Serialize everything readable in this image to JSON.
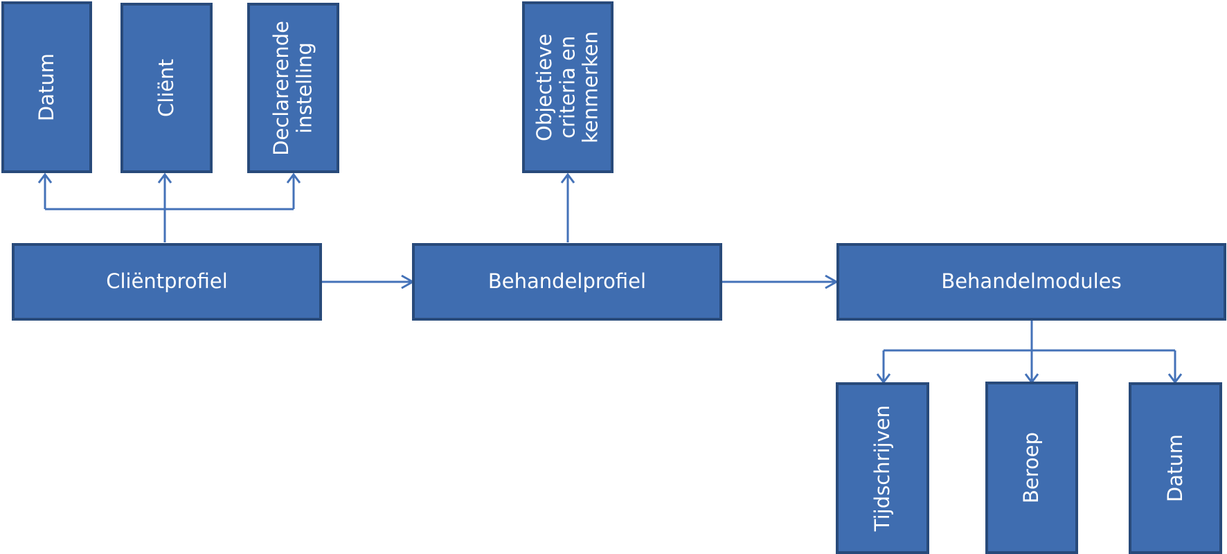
{
  "diagram": {
    "colors": {
      "box_fill": "#3f6db0",
      "box_border": "#284a7a",
      "arrow": "#4472b8",
      "text": "#ffffff"
    },
    "main": {
      "clientprofiel": "Cliëntprofiel",
      "behandelprofiel": "Behandelprofiel",
      "behandelmodules": "Behandelmodules"
    },
    "client_attributes": {
      "datum": "Datum",
      "client": "Cliënt",
      "declarerende_instelling": "Declarerende\ninstelling"
    },
    "behandel_attributes": {
      "objectieve_criteria": "Objectieve\ncriteria en\nkenmerken"
    },
    "module_attributes": {
      "tijdschrijven": "Tijdschrijven",
      "beroep": "Beroep",
      "datum": "Datum"
    }
  }
}
